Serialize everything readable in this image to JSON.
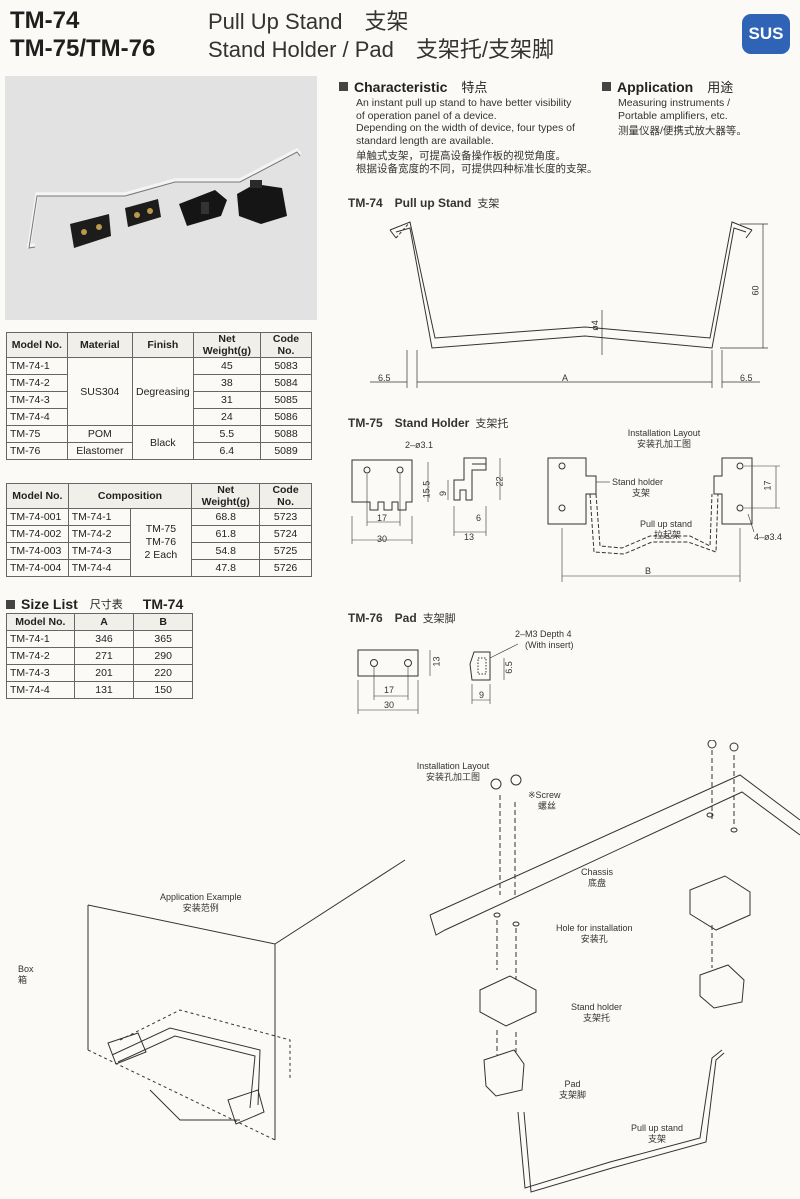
{
  "header": {
    "model1": "TM-74",
    "model2": "TM-75/TM-76",
    "name1": "Pull Up Stand　支架",
    "name2": "Stand Holder / Pad　支架托/支架脚",
    "badge": "SUS",
    "badge_color": "#2f63b6"
  },
  "characteristic": {
    "title": "Characteristic",
    "title_cn": "特点",
    "lines": [
      "An instant pull up stand to have better visibility",
      "of operation panel of a device.",
      "Depending on the width of device, four types of",
      "standard length are available.",
      "单触式支架，可提高设备操作板的视觉角度。",
      "根据设备宽度的不同，可提供四种标准长度的支架。"
    ]
  },
  "application": {
    "title": "Application",
    "title_cn": "用途",
    "lines": [
      "Measuring instruments /",
      "Portable amplifiers, etc.",
      "测量仪器/便携式放大器等。"
    ]
  },
  "table1": {
    "headers": [
      "Model No.",
      "Material",
      "Finish",
      "Net Weight(g)",
      "Code No."
    ],
    "models": [
      "TM-74-1",
      "TM-74-2",
      "TM-74-3",
      "TM-74-4",
      "TM-75",
      "TM-76"
    ],
    "weights": [
      "45",
      "38",
      "31",
      "24",
      "5.5",
      "6.4"
    ],
    "codes": [
      "5083",
      "5084",
      "5085",
      "5086",
      "5088",
      "5089"
    ],
    "mat_sus": "SUS304",
    "mat_pom": "POM",
    "mat_elast": "Elastomer",
    "finish_degreasing": "Degreasing",
    "finish_black": "Black"
  },
  "table2": {
    "headers": [
      "Model No.",
      "Composition",
      "Net Weight(g)",
      "Code No."
    ],
    "models": [
      "TM-74-001",
      "TM-74-002",
      "TM-74-003",
      "TM-74-004"
    ],
    "comp": [
      "TM-74-1",
      "TM-74-2",
      "TM-74-3",
      "TM-74-4"
    ],
    "comp_common": [
      "TM-75",
      "TM-76",
      "2 Each"
    ],
    "weights": [
      "68.8",
      "61.8",
      "54.8",
      "47.8"
    ],
    "codes": [
      "5723",
      "5724",
      "5725",
      "5726"
    ]
  },
  "size_list": {
    "title": "Size List",
    "title_cn": "尺寸表",
    "model": "TM-74",
    "headers": [
      "Model No.",
      "A",
      "B"
    ],
    "rows": [
      [
        "TM-74-1",
        "346",
        "365"
      ],
      [
        "TM-74-2",
        "271",
        "290"
      ],
      [
        "TM-74-3",
        "201",
        "220"
      ],
      [
        "TM-74-4",
        "131",
        "150"
      ]
    ]
  },
  "fig_tm74": {
    "title": "TM-74　Pull up Stand",
    "title_cn": "支架",
    "d60": "60",
    "d4": "ø4",
    "d65l": "6.5",
    "d65r": "6.5",
    "dA": "A"
  },
  "fig_tm75": {
    "title": "TM-75　Stand Holder",
    "title_cn": "支架托",
    "holes": "2–ø3.1",
    "d155": "15.5",
    "d17": "17",
    "d30": "30",
    "d9": "9",
    "d22": "22",
    "d6": "6",
    "d13": "13"
  },
  "fig_layout": {
    "title": "Installation Layout",
    "title_cn": "安装孔加工图",
    "holder": "Stand holder",
    "holder_cn": "支架",
    "pull": "Pull up stand",
    "pull_cn": "拉起架",
    "d17": "17",
    "holes": "4–ø3.4",
    "dB": "B"
  },
  "fig_tm76": {
    "title": "TM-76　Pad",
    "title_cn": "支架脚",
    "m3": "2–M3 Depth 4",
    "insert": "(With insert)",
    "d13": "13",
    "d17": "17",
    "d30": "30",
    "d65": "6.5",
    "d9": "9"
  },
  "bottom": {
    "inst_title": "Installation Layout",
    "inst_cn": "安装孔加工图",
    "screw": "※Screw",
    "screw_cn": "螺丝",
    "chassis": "Chassis",
    "chassis_cn": "底盘",
    "hole": "Hole for installation",
    "hole_cn": "安装孔",
    "holder": "Stand holder",
    "holder_cn": "支架托",
    "pad": "Pad",
    "pad_cn": "支架脚",
    "pull": "Pull up stand",
    "pull_cn": "支架",
    "app": "Application Example",
    "app_cn": "安装范例",
    "box": "Box",
    "box_cn": "箱"
  }
}
